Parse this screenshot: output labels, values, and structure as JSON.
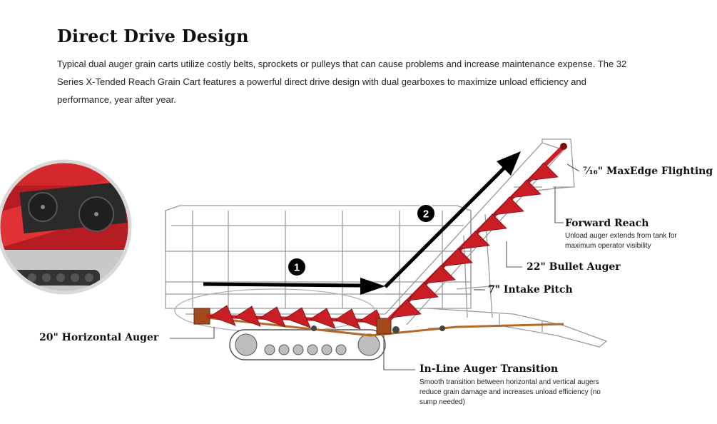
{
  "heading": "Direct Drive Design",
  "intro_text": "Typical dual auger grain carts utilize costly belts, sprockets or pulleys that can cause problems and increase maintenance expense. The 32 Series X-Tended Reach Grain Cart features a powerful direct drive design with dual gearboxes to maximize unload efficiency and performance, year after year.",
  "callouts": {
    "flighting": "⁷⁄₁₆\" MaxEdge Flighting",
    "forward_reach": "Forward Reach",
    "forward_reach_desc": "Unload auger extends from tank for maximum operator visibility",
    "bullet_auger": "22\" Bullet Auger",
    "intake_pitch": "7\" Intake Pitch",
    "horizontal_auger": "20\" Horizontal Auger",
    "transition": "In-Line Auger Transition",
    "transition_desc": "Smooth transition between horizontal and vertical augers reduce grain damage and increases unload efficiency (no sump needed)"
  },
  "badges": {
    "one": "1",
    "two": "2"
  },
  "colors": {
    "auger_red": "#c81e24",
    "arrow": "#000000",
    "outline": "#9a9a9a",
    "drive_shaft": "#b36a2a"
  }
}
